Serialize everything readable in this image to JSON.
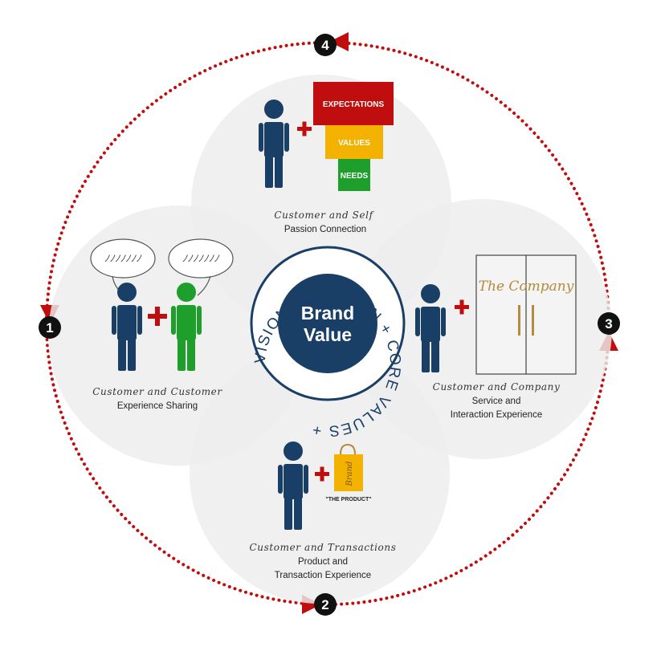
{
  "center": {
    "title_line1": "Brand",
    "title_line2": "Value",
    "ring_text": "VISION + MISSION + CORE VALUES +"
  },
  "steps": [
    {
      "number": "1"
    },
    {
      "number": "2"
    },
    {
      "number": "3"
    },
    {
      "number": "4"
    }
  ],
  "segments": {
    "self": {
      "title": "Customer and Self",
      "subtitle": "Passion Connection",
      "blocks": [
        "EXPECTATIONS",
        "VALUES",
        "NEEDS"
      ]
    },
    "customer": {
      "title": "Customer and Customer",
      "subtitle": "Experience Sharing",
      "bubble_text": "ﾉﾉﾉﾉﾉﾉﾉ"
    },
    "company": {
      "title": "Customer and Company",
      "subtitle_line1": "Service and",
      "subtitle_line2": "Interaction Experience",
      "door_text": "The Company"
    },
    "transactions": {
      "title": "Customer and Transactions",
      "subtitle_line1": "Product and",
      "subtitle_line2": "Transaction Experience",
      "bag_text": "Brand",
      "product_label": "\"THE PRODUCT\""
    }
  },
  "colors": {
    "navy": "#1a3f66",
    "red": "#c00d0d",
    "green": "#1e9e2a",
    "yellow": "#f3b100",
    "gold": "#b48a3c",
    "circle": "#ededed"
  }
}
